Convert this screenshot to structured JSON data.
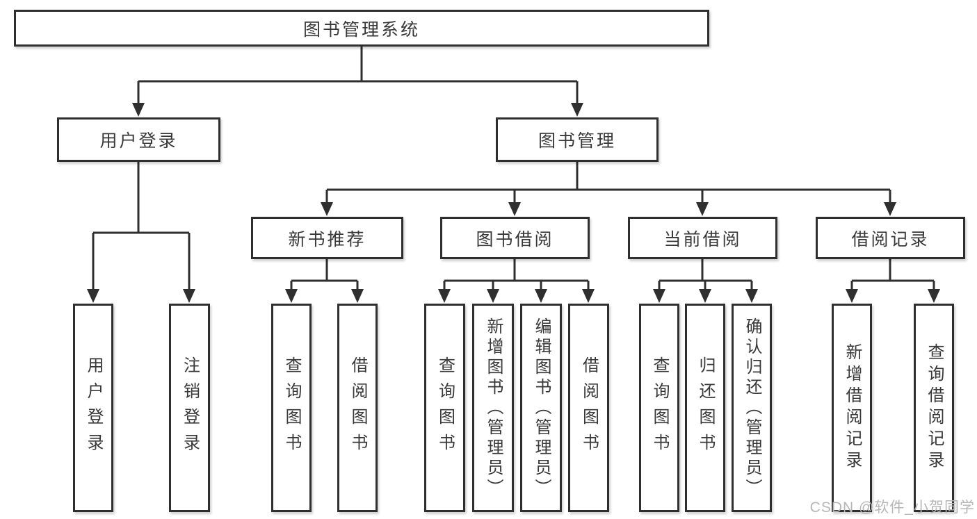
{
  "diagram_type": "hierarchy-tree",
  "colors": {
    "background": "#ffffff",
    "box_border": "#2f2f2f",
    "box_fill": "#ffffff",
    "line": "#2f2f2f",
    "text": "#383838",
    "watermark": "#b6b6b6"
  },
  "tree": {
    "label": "图书管理系统",
    "children": [
      {
        "label": "用户登录",
        "children": [
          {
            "label": "用户登录"
          },
          {
            "label": "注销登录"
          }
        ]
      },
      {
        "label": "图书管理",
        "children": [
          {
            "label": "新书推荐",
            "children": [
              {
                "label": "查询图书"
              },
              {
                "label": "借阅图书"
              }
            ]
          },
          {
            "label": "图书借阅",
            "children": [
              {
                "label": "查询图书"
              },
              {
                "label": "新增图书（管理员）"
              },
              {
                "label": "编辑图书（管理员）"
              },
              {
                "label": "借阅图书"
              }
            ]
          },
          {
            "label": "当前借阅",
            "children": [
              {
                "label": "查询图书"
              },
              {
                "label": "归还图书"
              },
              {
                "label": "确认归还（管理员）"
              }
            ]
          },
          {
            "label": "借阅记录",
            "children": [
              {
                "label": "新增借阅记录"
              },
              {
                "label": "查询借阅记录"
              }
            ]
          }
        ]
      }
    ]
  },
  "watermark": {
    "text": "CSDN @软件_小贺同学"
  }
}
